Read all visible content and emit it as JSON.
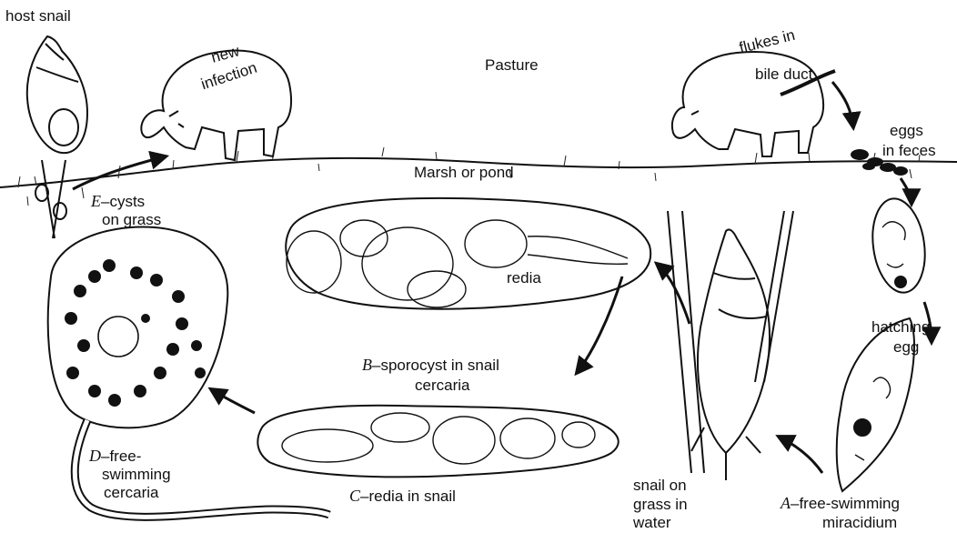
{
  "labels": {
    "host_snail": "host snail",
    "new_infection_1": "new",
    "new_infection_2": "infection",
    "pasture": "Pasture",
    "flukes_1": "flukes in",
    "flukes_2": "bile duct",
    "eggs_1": "eggs",
    "eggs_2": "in feces",
    "marsh": "Marsh or pond",
    "e_letter": "E",
    "e_1": "–cysts",
    "e_2": "on grass",
    "redia": "redia",
    "hatching_1": "hatching",
    "hatching_2": "egg",
    "b_letter": "B",
    "b_text": "–sporocyst in snail",
    "cercaria": "cercaria",
    "d_letter": "D",
    "d_1": "–free-",
    "d_2": "swimming",
    "d_3": "cercaria",
    "c_letter": "C",
    "c_text": "–redia in snail",
    "snail_1": "snail on",
    "snail_2": "grass in",
    "snail_3": "water",
    "a_letter": "A",
    "a_1": "–free-swimming",
    "a_2": "miracidium"
  }
}
